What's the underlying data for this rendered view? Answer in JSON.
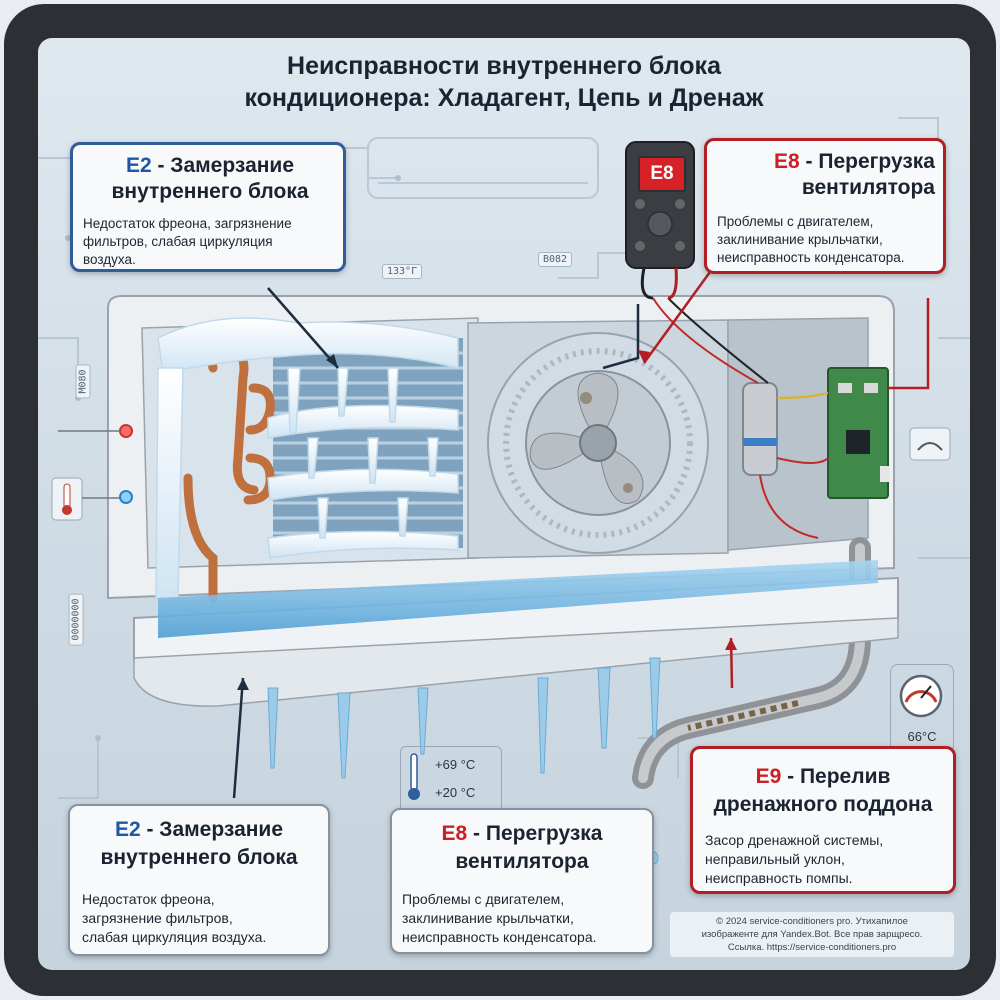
{
  "title": {
    "line1": "Неисправности внутреннего блока",
    "line2": "кондиционера: Хладагент, Цепь и Дренаж"
  },
  "cards": {
    "e2_top": {
      "code": "E2",
      "heading_rest": " - Замерзание",
      "heading_line2": "внутреннего блока",
      "body": [
        "Недостаток фреона, загрязнение",
        "фильтров, слабая циркуляция",
        "воздуха."
      ]
    },
    "e8_top": {
      "code": "E8",
      "heading_rest": " - Перегрузка",
      "heading_line2": "вентилятора",
      "body": [
        "Проблемы с двигателем,",
        "заклинивание крыльчатки,",
        "неисправность конденсатора."
      ]
    },
    "e9": {
      "code": "E9",
      "heading_rest": " - Перелив",
      "heading_line2": "дренажного поддона",
      "body": [
        "Засор дренажной системы,",
        "неправильный уклон,",
        "неисправность помпы."
      ]
    },
    "e2_bottom": {
      "code": "E2",
      "heading_rest": " - Замерзание",
      "heading_line2": "внутреннего блока",
      "body": [
        "Недостаток фреона,",
        "загрязнение фильтров,",
        "слабая циркуляция воздуха."
      ]
    },
    "e8_bottom": {
      "code": "E8",
      "heading_rest": " - Перегрузка",
      "heading_line2": "вентилятора",
      "body": [
        "Проблемы с двигателем,",
        "заклинивание крыльчатки,",
        "неисправность конденсатора."
      ]
    }
  },
  "meter": {
    "display": "E8"
  },
  "readouts": {
    "r1": "133°Г",
    "r2": "B082",
    "r3": "M080",
    "r4": "0000000"
  },
  "temps": {
    "high": "+69 °C",
    "low": "+20 °C"
  },
  "gauge": {
    "value": "66°C"
  },
  "copyright": {
    "line1": "© 2024 service-conditioners pro. Утихапилое",
    "line2": "изображенте для Yandex.Bot. Все прав зарщреco.",
    "line3": "Ссылка. https://service-conditioners.pro"
  },
  "colors": {
    "accent_blue": "#2f5f9a",
    "accent_red": "#b21e24",
    "ice": "#eaf4fb",
    "water": "#7fbde6",
    "copper": "#c0703f",
    "pcb": "#3f8a4a"
  },
  "icons": [
    "thermometer-icon",
    "fan-icon",
    "gauge-icon",
    "multimeter-icon",
    "temperature-sensor-icon"
  ]
}
